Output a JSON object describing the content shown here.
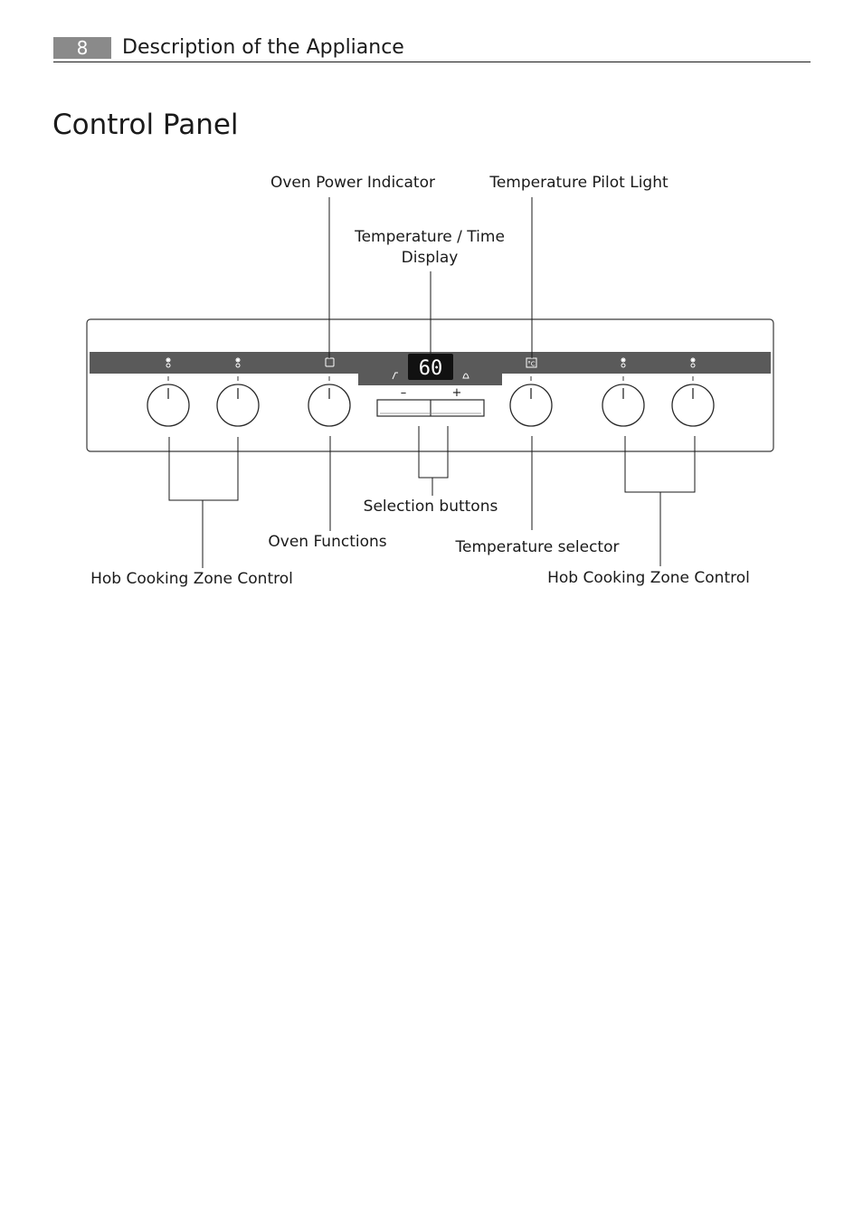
{
  "header": {
    "page_number": "8",
    "section_title": "Description of the Appliance"
  },
  "title": "Control Panel",
  "diagram": {
    "display_value": "60",
    "minus_label": "–",
    "plus_label": "+",
    "labels": {
      "oven_power_indicator": "Oven Power Indicator",
      "temperature_pilot_light": "Temperature Pilot Light",
      "temp_time_display_line1": "Temperature / Time",
      "temp_time_display_line2": "Display",
      "selection_buttons": "Selection buttons",
      "oven_functions": "Oven Functions",
      "temperature_selector": "Temperature selector",
      "hob_control_left": "Hob Cooking Zone Control",
      "hob_control_right": "Hob Cooking Zone Control"
    }
  }
}
